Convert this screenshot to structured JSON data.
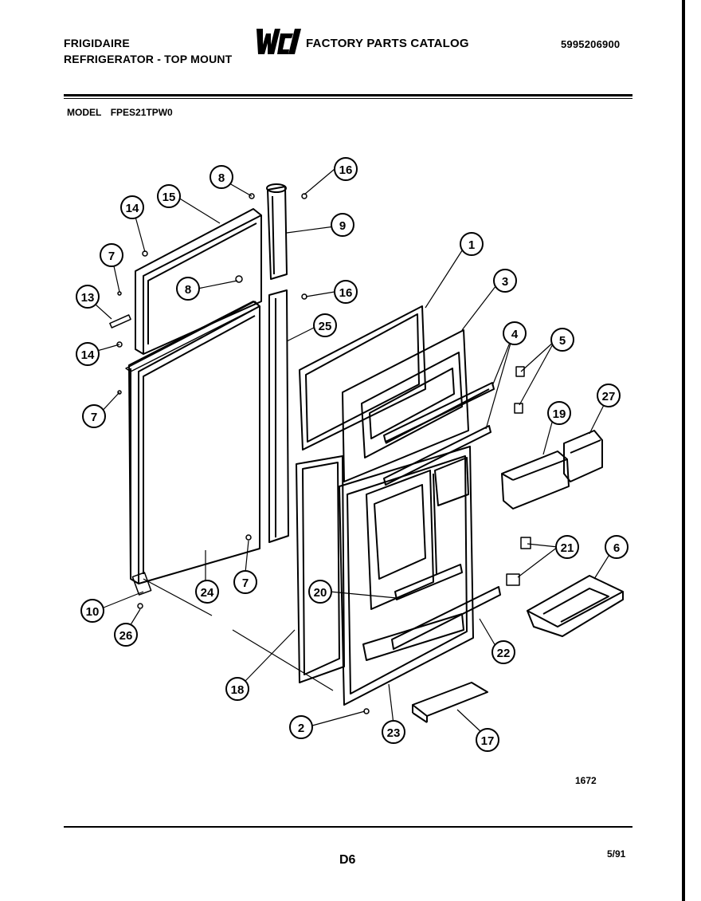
{
  "header": {
    "brand": "FRIGIDAIRE",
    "product": "REFRIGERATOR - TOP MOUNT",
    "logo_text": "WCI",
    "catalog": "FACTORY PARTS CATALOG",
    "part_number": "5995206900"
  },
  "model": {
    "label": "MODEL",
    "value": "FPES21TPW0"
  },
  "callouts": [
    "1",
    "2",
    "3",
    "4",
    "5",
    "6",
    "7",
    "7",
    "7",
    "8",
    "8",
    "9",
    "10",
    "13",
    "14",
    "14",
    "15",
    "16",
    "16",
    "17",
    "18",
    "19",
    "20",
    "21",
    "22",
    "23",
    "24",
    "25",
    "26",
    "27"
  ],
  "footer": {
    "figure_id": "1672",
    "page_code": "D6",
    "date": "5/91"
  }
}
